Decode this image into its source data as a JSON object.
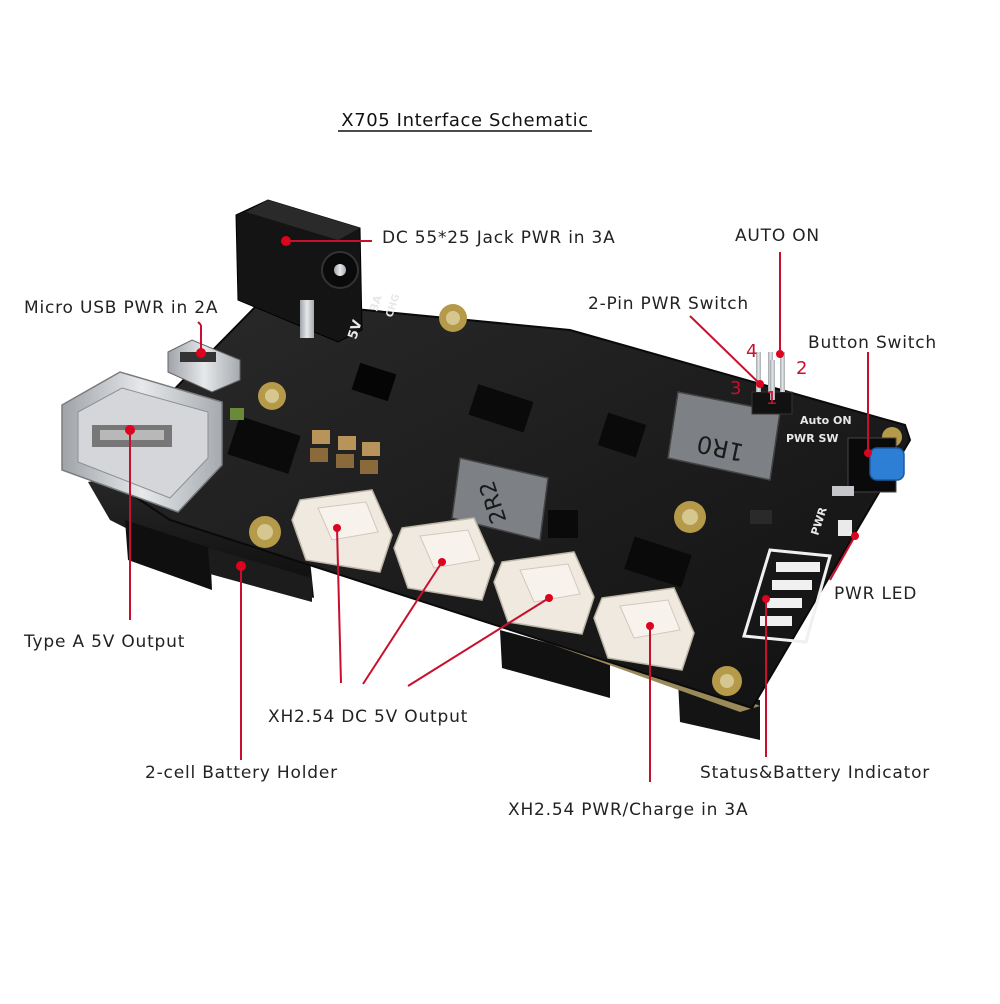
{
  "title": "X705 Interface Schematic",
  "labels": {
    "dc_jack": "DC 55*25 Jack PWR in 3A",
    "auto_on": "AUTO ON",
    "micro_usb": "Micro USB PWR in 2A",
    "pin_switch": "2-Pin PWR Switch",
    "button_switch": "Button Switch",
    "type_a": "Type A 5V Output",
    "pwr_led": "PWR LED",
    "xh_out": "XH2.54 DC 5V Output",
    "battery_holder": "2-cell Battery Holder",
    "status_indicator": "Status&Battery Indicator",
    "xh_charge": "XH2.54 PWR/Charge in 3A"
  },
  "pins": {
    "p1": "1",
    "p2": "2",
    "p3": "3",
    "p4": "4"
  },
  "silkscreen": {
    "inductor_large": "1R0",
    "inductor_small": "2R2",
    "auto_on": "Auto ON",
    "pwr_sw": "PWR SW",
    "pwr": "PWR",
    "jack_5v": "5V",
    "jack_3a": "3A",
    "jack_chg": "CHG"
  },
  "colors": {
    "accent": "#c8102e",
    "board": "#1a1a1a",
    "connector": "#f2ede4",
    "usb_metal": "#c9cbce",
    "button": "#2d7fd6"
  }
}
